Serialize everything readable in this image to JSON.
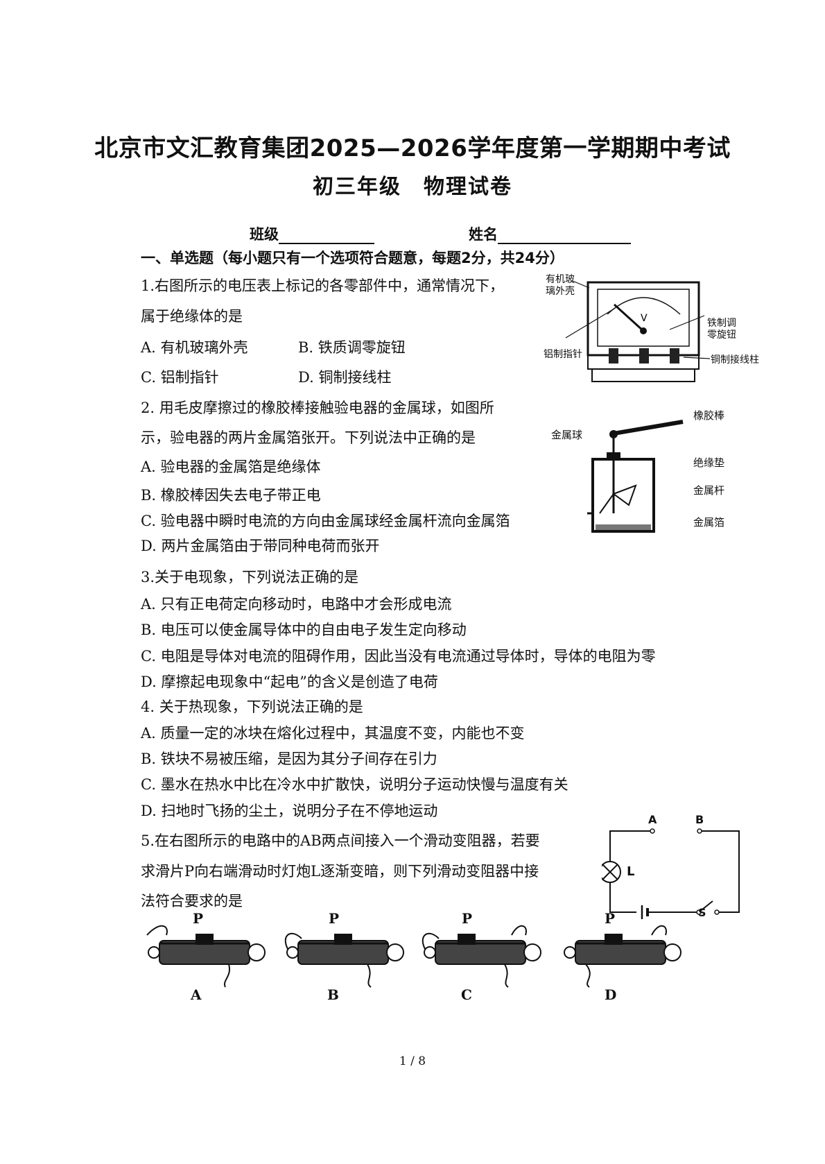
{
  "header": {
    "title": "北京市文汇教育集团2025—2026学年度第一学期期中考试",
    "subtitle": "初三年级　物理试卷",
    "class_label": "班级",
    "name_label": "姓名"
  },
  "section1": {
    "heading": "一、单选题（每小题只有一个选项符合题意，每题2分，共24分）"
  },
  "questions": [
    {
      "stem": [
        "1.右图所示的电压表上标记的各零部件中，通常情况下，",
        "属于绝缘体的是"
      ],
      "options": [
        "A. 有机玻璃外壳",
        "B. 铁质调零旋钮",
        "C. 铝制指针",
        "D. 铜制接线柱"
      ],
      "figure_labels": [
        "有机玻",
        "璃外壳",
        "铁制调",
        "零旋钮",
        "铝制指针",
        "铜制接线柱"
      ]
    },
    {
      "stem": [
        "2. 用毛皮摩擦过的橡胶棒接触验电器的金属球，如图所",
        "示，验电器的两片金属箔张开。下列说法中正确的是"
      ],
      "options": [
        "A. 验电器的金属箔是绝缘体",
        "B. 橡胶棒因失去电子带正电",
        "C. 验电器中瞬时电流的方向由金属球经金属杆流向金属箔",
        "D. 两片金属箔由于带同种电荷而张开"
      ],
      "figure_labels": [
        "橡胶棒",
        "金属球",
        "绝缘垫",
        "金属杆",
        "金属箔"
      ]
    },
    {
      "stem": [
        "3.关于电现象，下列说法正确的是"
      ],
      "options": [
        "A. 只有正电荷定向移动时，电路中才会形成电流",
        "B. 电压可以使金属导体中的自由电子发生定向移动",
        "C. 电阻是导体对电流的阻碍作用，因此当没有电流通过导体时，导体的电阻为零",
        "D. 摩擦起电现象中“起电”的含义是创造了电荷"
      ]
    },
    {
      "stem": [
        "4. 关于热现象，下列说法正确的是"
      ],
      "options": [
        "A. 质量一定的冰块在熔化过程中，其温度不变，内能也不变",
        "B. 铁块不易被压缩，是因为其分子间存在引力",
        "C. 墨水在热水中比在冷水中扩散快，说明分子运动快慢与温度有关",
        "D. 扫地时飞扬的尘土，说明分子在不停地运动"
      ]
    },
    {
      "stem": [
        "5.在右图所示的电路中的AB两点间接入一个滑动变阻器，若要",
        "求滑片P向右端滑动时灯炮L逐渐变暗，则下列滑动变阻器中接",
        "法符合要求的是"
      ],
      "figure_labels": [
        "A",
        "B",
        "L",
        "S"
      ],
      "rheostat_labels": [
        "A",
        "B",
        "C",
        "D"
      ],
      "slider_label": "P"
    }
  ],
  "footer": {
    "page": "1 / 8"
  }
}
